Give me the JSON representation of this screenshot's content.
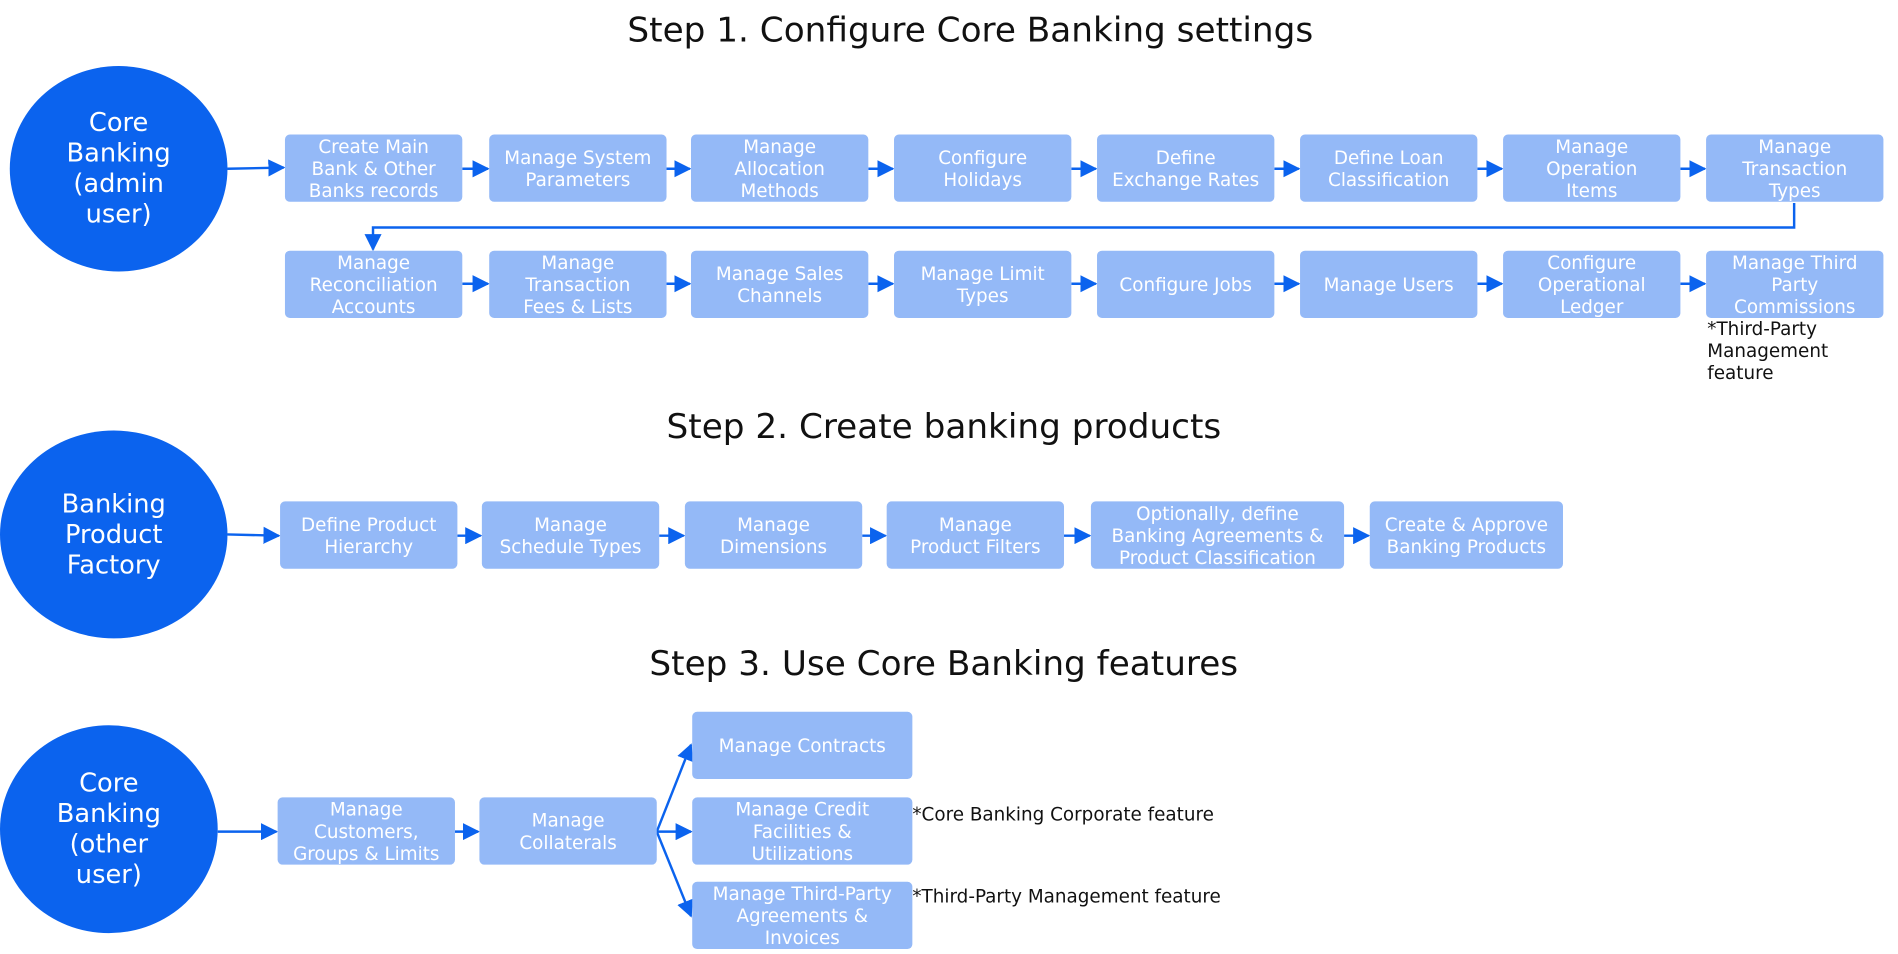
{
  "step1": {
    "title": "Step 1. Configure Core Banking settings",
    "actor": "Core\nBanking\n(admin\nuser)",
    "row1": [
      "Create Main\nBank &  Other\nBanks records",
      "Manage System\nParameters",
      "Manage\nAllocation\nMethods",
      "Configure\nHolidays",
      "Define\nExchange Rates",
      "Define Loan\nClassification",
      "Manage\nOperation\nItems",
      "Manage\nTransaction\nTypes"
    ],
    "row2": [
      "Manage\nReconciliation\nAccounts",
      "Manage\nTransaction\nFees & Lists",
      "Manage Sales\nChannels",
      "Manage Limit\nTypes",
      "Configure Jobs",
      "Manage Users",
      "Configure\nOperational\nLedger",
      "Manage Third\nParty\nCommissions"
    ],
    "note": "*Third-Party\nManagement feature"
  },
  "step2": {
    "title": "Step 2. Create banking products",
    "actor": "Banking\nProduct\nFactory",
    "boxes": [
      "Define Product\nHierarchy",
      "Manage\nSchedule Types",
      "Manage\nDimensions",
      "Manage\nProduct Filters",
      "Optionally, define\nBanking Agreements &\nProduct Classification",
      "Create & Approve\nBanking Products"
    ]
  },
  "step3": {
    "title": "Step 3. Use Core Banking features",
    "actor": "Core\nBanking\n(other\nuser)",
    "boxes": [
      "Manage\nCustomers,\nGroups & Limits",
      "Manage\nCollaterals"
    ],
    "branches": [
      "Manage Contracts",
      "Manage Credit\nFacilities &\nUtilizations",
      "Manage Third-Party\nAgreements &\nInvoices"
    ],
    "notes": [
      "*Core Banking Corporate feature",
      "*Third-Party Management feature"
    ]
  },
  "colors": {
    "circle": "#0b63ee",
    "box": "#94b9f7",
    "arrow": "#0b63ee"
  }
}
